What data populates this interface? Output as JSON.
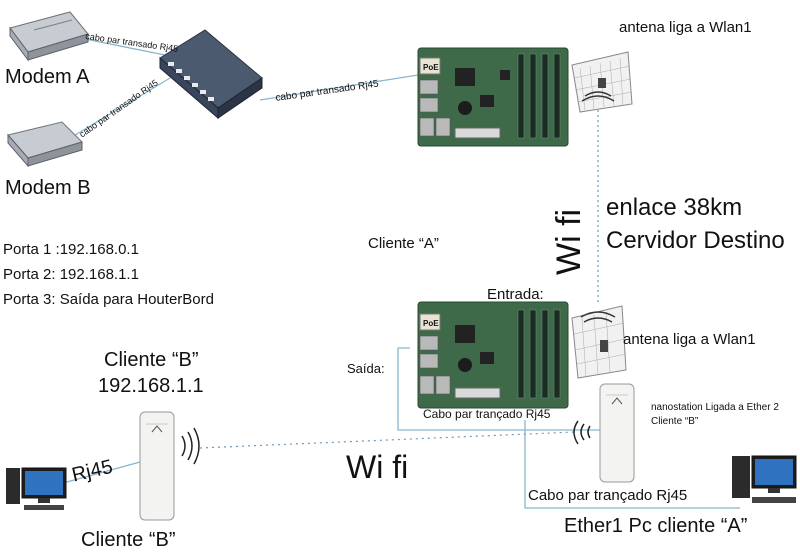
{
  "labels": {
    "modem_a": "Modem A",
    "modem_b": "Modem B",
    "cable_modem_a": "cabo par transado Rj45",
    "cable_modem_b": "cabo par transado Rj45",
    "cable_switch_router": "cabo par transado Rj45",
    "antenna_top": "antena liga a Wlan1",
    "link": "enlace 38km",
    "dest_server": "Cervidor Destino",
    "wifi_vertical": "Wi fi",
    "cliente_a": "Cliente “A”",
    "port1": "Porta 1 :192.168.0.1",
    "port2": "Porta 2: 192.168.1.1",
    "port3": "Porta 3: Saída para HouterBord",
    "entrada": "Entrada:",
    "antenna_bottom": "antena liga a Wlan1",
    "saida": "Saída:",
    "cliente_b_title": "Cliente “B”",
    "cliente_b_ip": "192.168.1.1",
    "nanostation_note_1": "nanostation Ligada a Ether 2",
    "nanostation_note_2": "Cliente “B”",
    "cable_trancado_1": "Cabo par trançado Rj45",
    "rj45": "Rj45",
    "wifi_horizontal": "Wi fi",
    "cable_trancado_2": "Cabo par trançado Rj45",
    "ether1_pc": "Ether1 Pc cliente “A”",
    "cliente_b_bottom": "Cliente “B”",
    "poe": "PoE"
  },
  "colors": {
    "cable": "#8ab6cf",
    "pcb_green": "#3f6a4a",
    "device_grey": "#b9bcc2"
  }
}
